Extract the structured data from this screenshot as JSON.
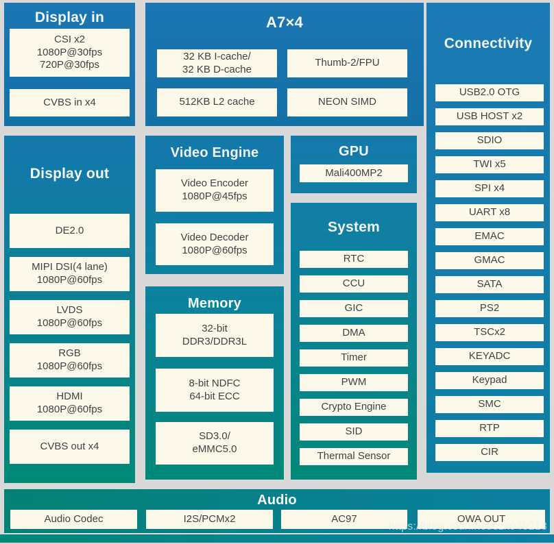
{
  "colors": {
    "gradient_top_blue": "#1b76b2",
    "gradient_bottom_teal": "#00897a",
    "box_fill": "#fcf8ea",
    "box_text": "#3f4444",
    "title_text": "#f4f9fc",
    "gutter": "#d9d9d9"
  },
  "watermark": "https://blog.csdn.net/szx940213",
  "panels": {
    "display_in": {
      "title": "Display in",
      "items": [
        "CSI x2\n1080P@30fps\n720P@30fps",
        "CVBS in x4"
      ]
    },
    "a7": {
      "title": "A7×4",
      "items": [
        "32 KB I-cache/\n32 KB D-cache",
        "Thumb-2/FPU",
        "512KB L2 cache",
        "NEON SIMD"
      ]
    },
    "connectivity": {
      "title": "Connectivity",
      "items": [
        "USB2.0 OTG",
        "USB HOST x2",
        "SDIO",
        "TWI x5",
        "SPI x4",
        "UART x8",
        "EMAC",
        "GMAC",
        "SATA",
        "PS2",
        "TSCx2",
        "KEYADC",
        "Keypad",
        "SMC",
        "RTP",
        "CIR"
      ]
    },
    "display_out": {
      "title": "Display out",
      "items": [
        "DE2.0",
        "MIPI DSI(4 lane)\n1080P@60fps",
        "LVDS\n1080P@60fps",
        "RGB\n1080P@60fps",
        "HDMI\n1080P@60fps",
        "CVBS out x4"
      ]
    },
    "video_engine": {
      "title": "Video Engine",
      "items": [
        "Video Encoder\n1080P@45fps",
        "Video Decoder\n1080P@60fps"
      ]
    },
    "memory": {
      "title": "Memory",
      "items": [
        "32-bit\nDDR3/DDR3L",
        "8-bit NDFC\n64-bit ECC",
        "SD3.0/\neMMC5.0"
      ]
    },
    "gpu": {
      "title": "GPU",
      "items": [
        "Mali400MP2"
      ]
    },
    "system": {
      "title": "System",
      "items": [
        "RTC",
        "CCU",
        "GIC",
        "DMA",
        "Timer",
        "PWM",
        "Crypto Engine",
        "SID",
        "Thermal Sensor"
      ]
    },
    "audio": {
      "title": "Audio",
      "items": [
        "Audio Codec",
        "I2S/PCMx2",
        "AC97",
        "OWA OUT"
      ]
    }
  }
}
